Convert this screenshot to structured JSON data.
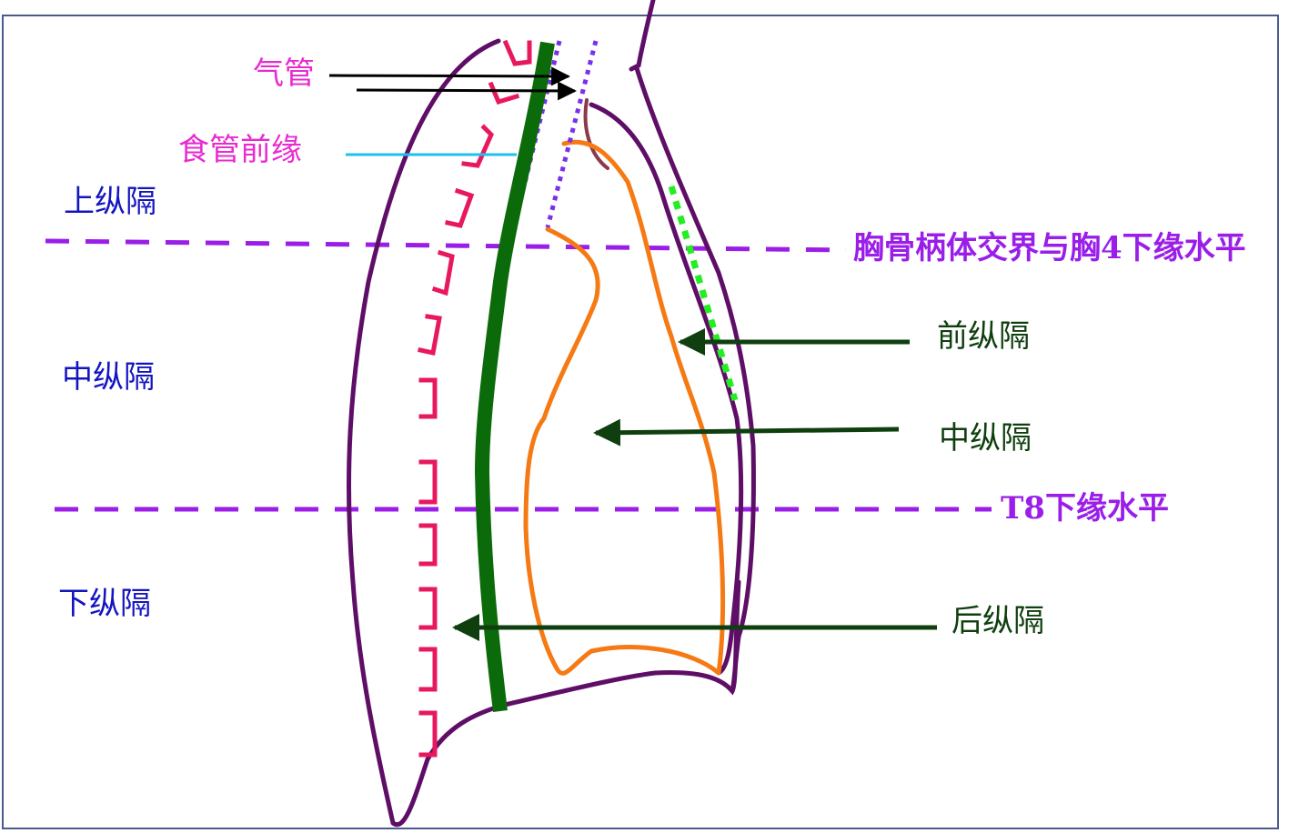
{
  "labels": {
    "trachea": "气管",
    "esophagus_front": "食管前缘",
    "superior": "上纵隔",
    "middle_left": "中纵隔",
    "inferior": "下纵隔",
    "sternal_angle": "胸骨柄体交界与胸4下缘水平",
    "anterior": "前纵隔",
    "middle_right": "中纵隔",
    "t8": "T8下缘水平",
    "posterior": "后纵隔"
  },
  "colors": {
    "outline": "#5e0e66",
    "esophagus": "#0b6b0b",
    "heart": "#f57a14",
    "level_line": "#9a1ee8",
    "vertebra": "#e8185f",
    "trachea_dots": "#7a2fe8",
    "sternum_dots": "#22ee22",
    "pointer": "#0f3f0f",
    "esophagus_line": "#1ec0ee"
  }
}
